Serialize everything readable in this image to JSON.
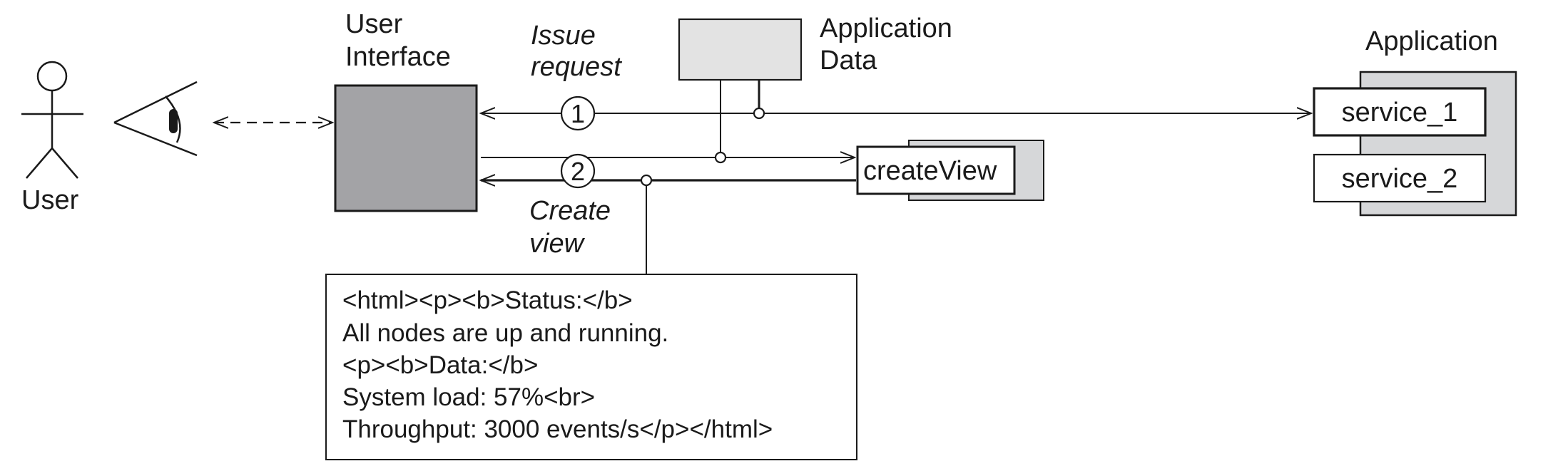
{
  "actor": {
    "label": "User"
  },
  "ui": {
    "title_line1": "User",
    "title_line2": "Interface"
  },
  "app_data": {
    "line1": "Application",
    "line2": "Data"
  },
  "issue": {
    "line1": "Issue",
    "line2": "request",
    "number": "1"
  },
  "create": {
    "line1": "Create",
    "line2": "view",
    "number": "2"
  },
  "create_view": {
    "label": "createView"
  },
  "application": {
    "title": "Application",
    "services": [
      "service_1",
      "service_2"
    ]
  },
  "note": {
    "lines": [
      "<html><p><b>Status:</b>",
      "All nodes are up and running.",
      "<p><b>Data:</b>",
      "System load: 57%<br>",
      "Throughput: 3000 events/s</p></html>"
    ]
  },
  "colors": {
    "ui_box": "#a3a3a6",
    "shadow": "#d6d7d9",
    "app_data_box": "#e3e3e3",
    "line": "#1a1a1a"
  }
}
